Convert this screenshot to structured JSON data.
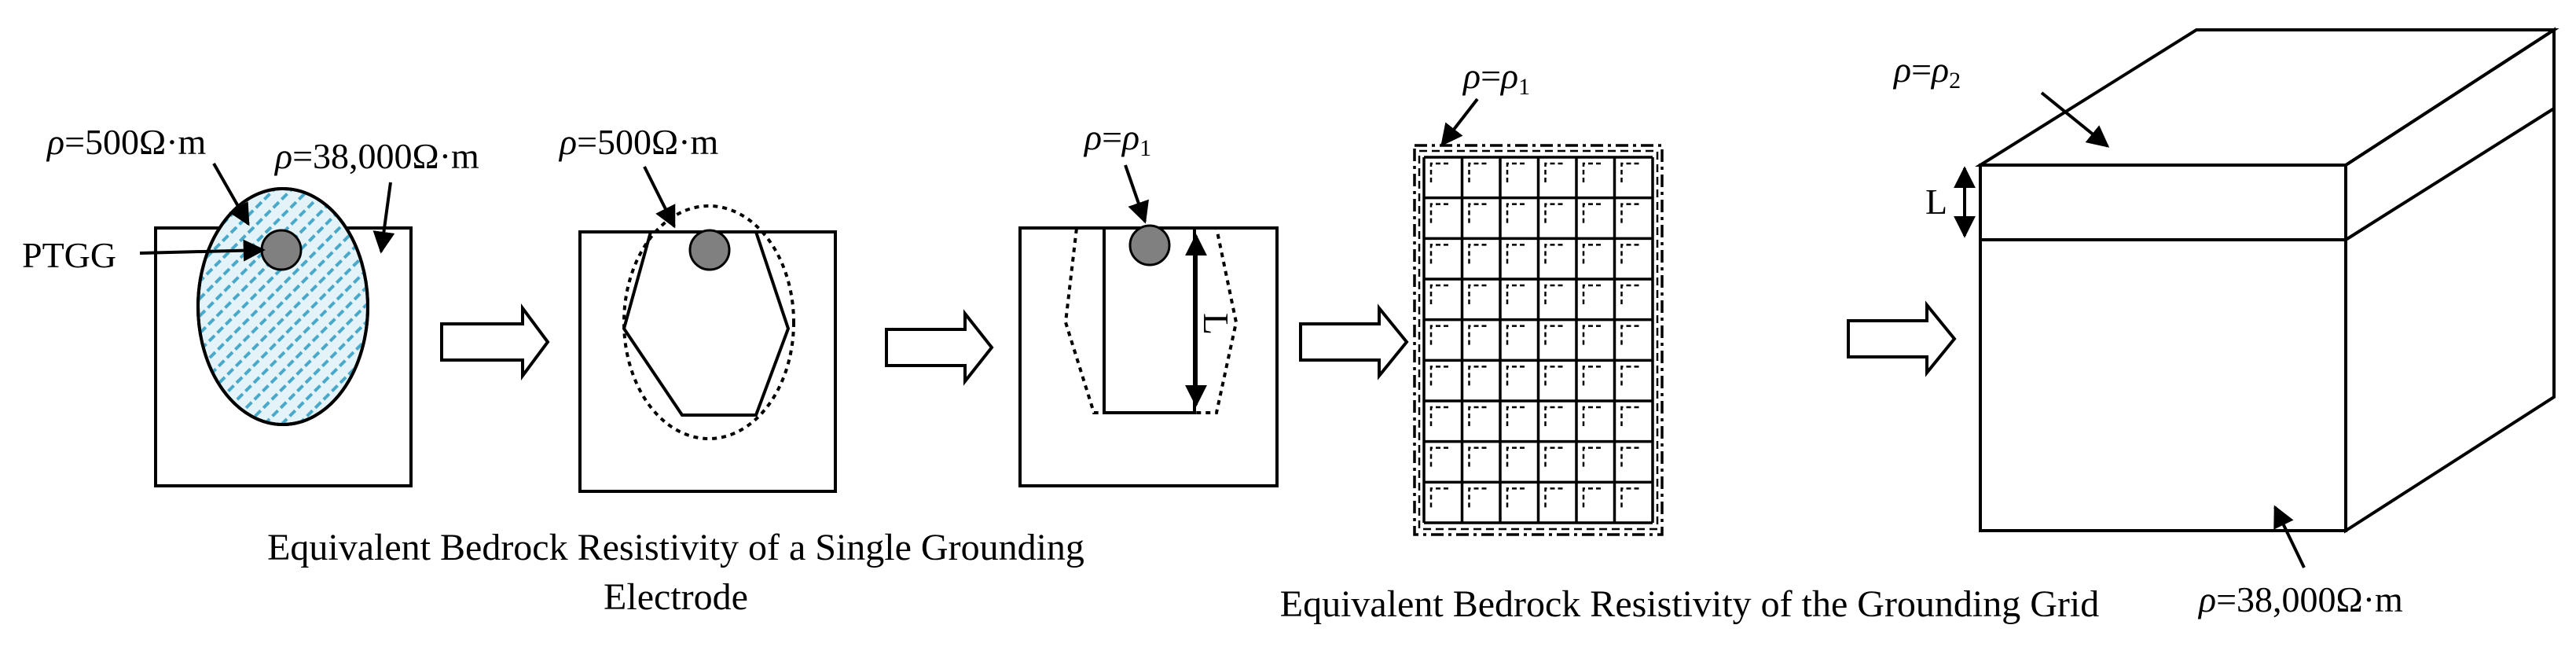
{
  "labels": {
    "rho_500": "500Ω·m",
    "rho_38000": "38,000Ω·m",
    "ptgg": "PTGG",
    "rho_symbol": "ρ",
    "eq": "=",
    "sub_1": "1",
    "sub_2": "2",
    "L": "L"
  },
  "captions": {
    "single_line1": "Equivalent Bedrock Resistivity of a Single Grounding",
    "single_line2": "Electrode",
    "grid": "Equivalent Bedrock Resistivity of the Grounding Grid"
  },
  "colors": {
    "hatch": "#4aa9c9",
    "ellipse_fill": "#e3f3f7",
    "electrode": "#808080"
  }
}
